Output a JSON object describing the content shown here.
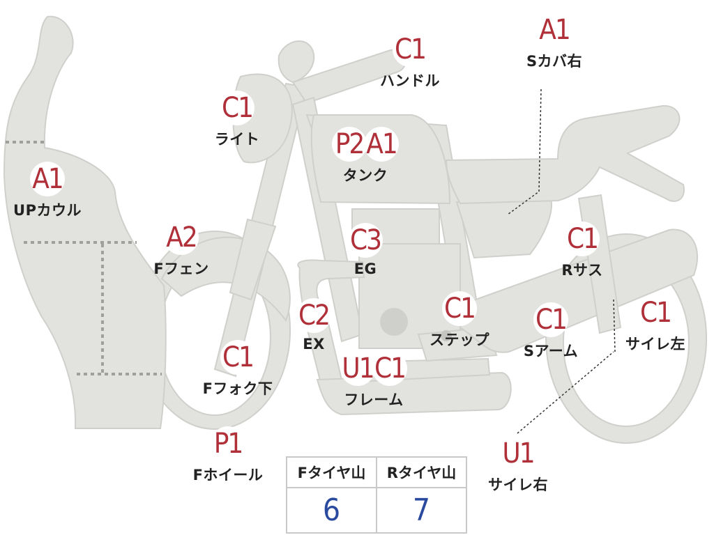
{
  "colors": {
    "part_fill": "#e2e2df",
    "part_stroke": "#cfcfcc",
    "grade_text": "#b0303a",
    "tire_value_text": "#2a4aa0"
  },
  "parts": {
    "up_cowl": {
      "grade": "A1",
      "name": "UPカウル"
    },
    "handle": {
      "grade": "C1",
      "name": "ハンドル"
    },
    "light": {
      "grade": "C1",
      "name": "ライト"
    },
    "tank": {
      "grade_1": "P2",
      "grade_2": "A1",
      "name": "タンク"
    },
    "s_cover_r": {
      "grade": "A1",
      "name": "Sカバ右"
    },
    "f_fender": {
      "grade": "A2",
      "name": "Fフェン"
    },
    "engine": {
      "grade": "C3",
      "name": "EG"
    },
    "r_sus": {
      "grade": "C1",
      "name": "Rサス"
    },
    "exhaust": {
      "grade": "C2",
      "name": "EX"
    },
    "step": {
      "grade": "C1",
      "name": "ステップ"
    },
    "s_arm": {
      "grade": "C1",
      "name": "Sアーム"
    },
    "silencer_l": {
      "grade": "C1",
      "name": "サイレ左"
    },
    "f_fork_lower": {
      "grade": "C1",
      "name": "Fフォク下"
    },
    "frame": {
      "grade_1": "U1",
      "grade_2": "C1",
      "name": "フレーム"
    },
    "f_wheel": {
      "grade": "P1",
      "name": "Fホイール"
    },
    "silencer_r": {
      "grade": "U1",
      "name": "サイレ右"
    }
  },
  "tire_table": {
    "front_header": "Fタイヤ山",
    "rear_header": "Rタイヤ山",
    "front_value": "6",
    "rear_value": "7"
  }
}
